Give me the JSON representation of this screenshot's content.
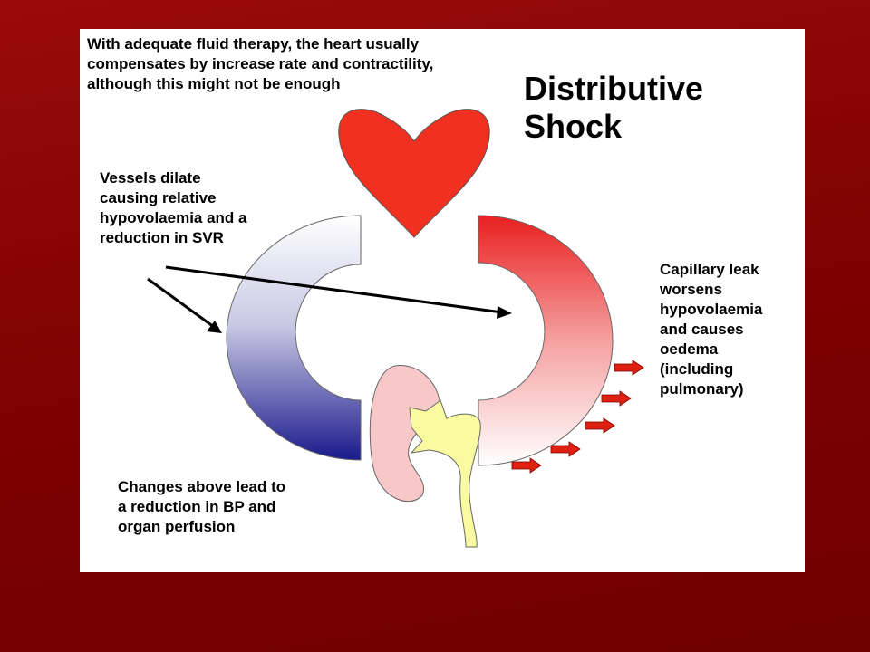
{
  "title": "Distributive\nShock",
  "labels": {
    "heart_note": "With adequate fluid therapy, the heart usually compensates by increase rate and contractility, although this might not be enough",
    "vessels_note": "Vessels dilate\ncausing relative\nhypovolaemia and a\nreduction in SVR",
    "capillary_note": "Capillary leak\nworsens\nhypovolaemia\nand causes\noedema\n(including\npulmonary)",
    "outcome_note": "Changes above lead to\na reduction in BP and\norgan perfusion"
  },
  "colors": {
    "background": "#7a0000",
    "heart": "#f03020",
    "venous_top": "#ffffff",
    "venous_bottom": "#1a1a8c",
    "arterial_top": "#e82020",
    "arterial_bottom": "#ffffff",
    "kidney": "#f8c8c8",
    "ureter": "#fafaa0",
    "leak_arrow": "#e02010"
  }
}
